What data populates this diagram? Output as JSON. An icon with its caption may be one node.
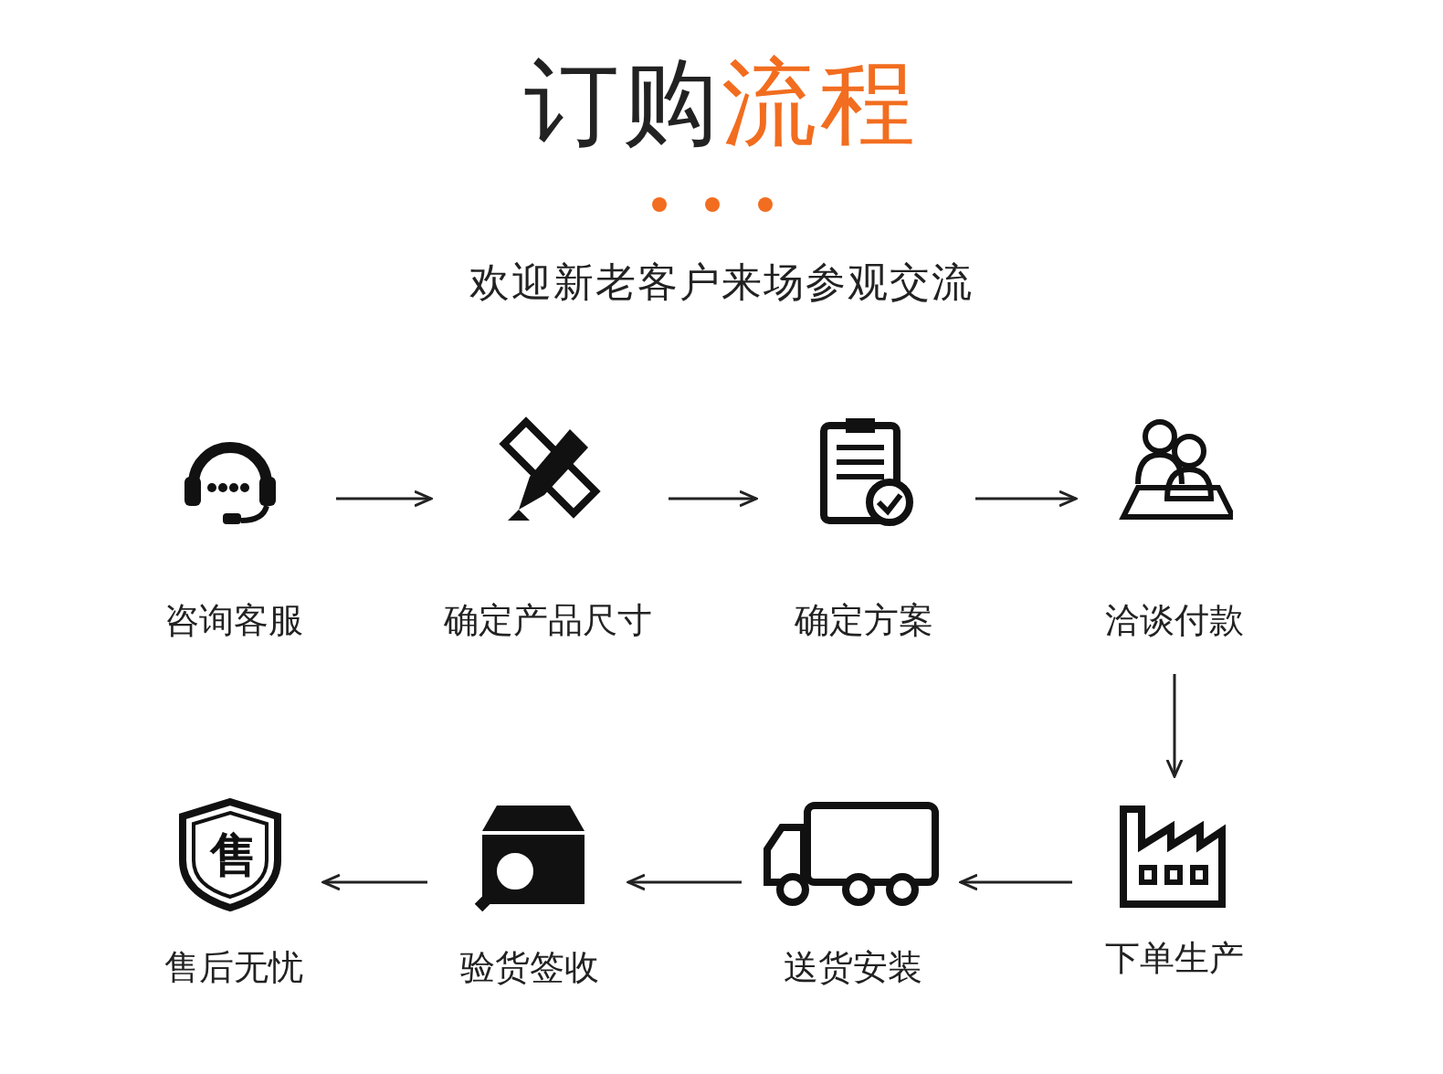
{
  "diagram": {
    "title": "订购流程",
    "nodes": [
      {
        "text": [
          "咨询客服"
        ]
      },
      {
        "text": [
          "确定产品尺寸"
        ]
      },
      {
        "text": [
          "确定方案"
        ]
      },
      {
        "text": [
          "洽谈付款"
        ]
      },
      {
        "text": [
          "下单生产"
        ]
      },
      {
        "text": [
          "送货安装"
        ]
      },
      {
        "text": [
          "验货签收"
        ]
      },
      {
        "text": [
          "售后无忧"
        ]
      }
    ],
    "edges": [
      {
        "from": 0,
        "to": 1,
        "arrow": "to"
      },
      {
        "from": 1,
        "to": 2,
        "arrow": "to"
      },
      {
        "from": 2,
        "to": 3,
        "arrow": "to"
      },
      {
        "from": 3,
        "to": 4,
        "arrow": "to"
      },
      {
        "from": 4,
        "to": 5,
        "arrow": "to"
      },
      {
        "from": 5,
        "to": 6,
        "arrow": "to"
      },
      {
        "from": 6,
        "to": 7,
        "arrow": "to"
      }
    ],
    "labels": [
      "欢迎新老客户来场参观交流",
      "售"
    ]
  }
}
